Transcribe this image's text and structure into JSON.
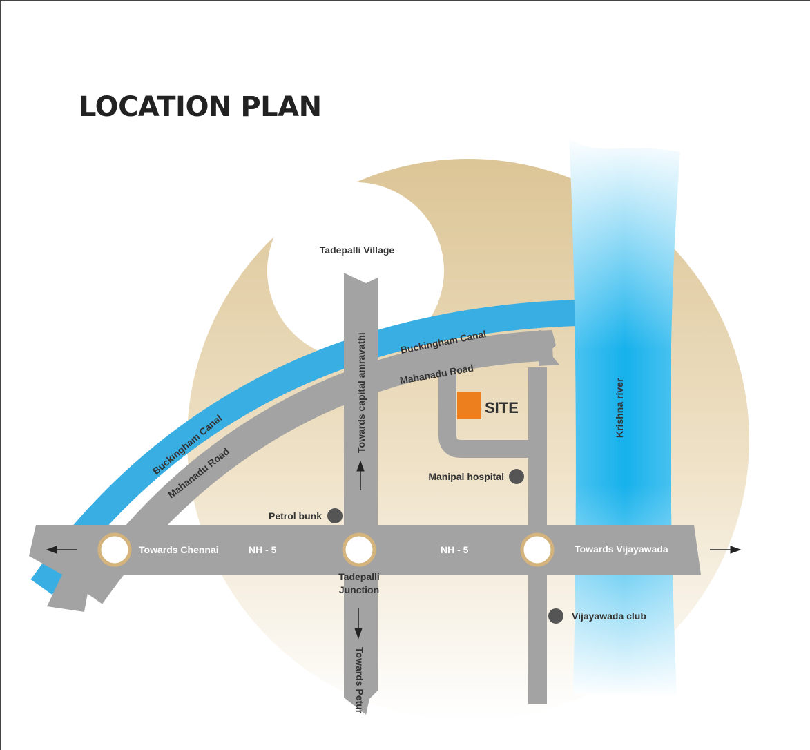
{
  "title": "LOCATION PLAN",
  "colors": {
    "background_circle_top": "#dfc99b",
    "background_circle_bottom": "#ffffff",
    "road": "#a3a3a3",
    "canal": "#38aee3",
    "river": "#1fb3ea",
    "site": "#ee7f1f",
    "landmark_dot": "#555555",
    "junction_ring": "#d4b47c"
  },
  "labels": {
    "tadepalli_village": "Tadepalli Village",
    "buckingham_canal_upper": "Buckingham Canal",
    "buckingham_canal_lower": "Buckingham Canal",
    "mahanadu_road_upper": "Mahanadu Road",
    "mahanadu_road_lower": "Mahanadu Road",
    "towards_amravathi": "Towards capital amravathi",
    "site": "SITE",
    "krishna_river": "Krishna river",
    "manipal_hospital": "Manipal hospital",
    "petrol_bunk": "Petrol bunk",
    "towards_chennai": "Towards Chennai",
    "nh5_left": "NH - 5",
    "nh5_right": "NH - 5",
    "towards_vijayawada": "Towards Vijayawada",
    "tadepalli_junction_line1": "Tadepalli",
    "tadepalli_junction_line2": "Junction",
    "vijayawada_club": "Vijayawada club",
    "towards_petur": "Towards Petur"
  }
}
